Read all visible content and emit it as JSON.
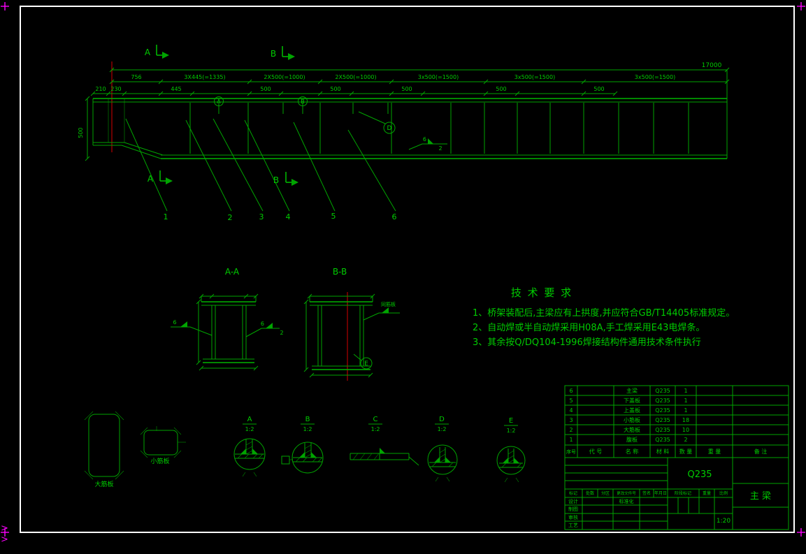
{
  "frame": {
    "bl_mark": ">"
  },
  "beam": {
    "overall_dim": "17000",
    "dims_row1": [
      "756",
      "3X445(=1335)",
      "2X500(=1000)",
      "2X500(=1000)",
      "3x500(=1500)",
      "3x500(=1500)",
      "3x500(=1500)"
    ],
    "dims_row2": [
      "210",
      "230",
      "445",
      "500",
      "500",
      "500",
      "500",
      "500"
    ],
    "height_dim": "500",
    "section_label_a": "A",
    "section_label_b": "B",
    "balloon_a": "A",
    "balloon_b": "B",
    "balloon_d": "D",
    "weld_size": "6",
    "weld_num": "2",
    "item_numbers": [
      "1",
      "2",
      "3",
      "4",
      "5",
      "6"
    ]
  },
  "section_aa": {
    "title": "A-A",
    "weld_left_size": "6",
    "weld_right_size": "6",
    "weld_right_num": "2"
  },
  "section_bb": {
    "title": "B-B",
    "weld_note": "同筋板",
    "balloon": "E"
  },
  "tech_req": {
    "title": "技 术 要 求",
    "item1": "1、桥架装配后,主梁应有上拱度,并应符合GB/T14405标准规定。",
    "item2": "2、自动焊或半自动焊采用H08A,手工焊采用E43电焊条。",
    "item3": "3、其余按Q/DQ104-1996焊接结构件通用技术条件执行"
  },
  "details": {
    "large_rib_label": "大筋板",
    "small_rib_label": "小筋板",
    "a": {
      "label": "A",
      "scale": "1:2"
    },
    "b": {
      "label": "B",
      "scale": "1:2"
    },
    "c": {
      "label": "C",
      "scale": "1:2"
    },
    "d": {
      "label": "D",
      "scale": "1:2"
    },
    "e": {
      "label": "E",
      "scale": "1:2"
    }
  },
  "parts_table": {
    "headers": {
      "no": "序号",
      "code": "代 号",
      "name": "名 称",
      "material": "材 料",
      "qty": "数 量",
      "weight": "重 量",
      "remark": "备 注"
    },
    "rows": [
      {
        "no": "6",
        "name": "主梁",
        "material": "Q235",
        "qty": "1"
      },
      {
        "no": "5",
        "name": "下盖板",
        "material": "Q235",
        "qty": "1"
      },
      {
        "no": "4",
        "name": "上盖板",
        "material": "Q235",
        "qty": "1"
      },
      {
        "no": "3",
        "name": "小筋板",
        "material": "Q235",
        "qty": "18"
      },
      {
        "no": "2",
        "name": "大筋板",
        "material": "Q235",
        "qty": "10"
      },
      {
        "no": "1",
        "name": "腹板",
        "material": "Q235",
        "qty": "2"
      }
    ]
  },
  "title_block": {
    "material_mark": "Q235",
    "drawing_title": "主 梁",
    "rev_cols": [
      "标记",
      "处数",
      "分区",
      "更改文件号",
      "签名",
      "年月日"
    ],
    "sig_labels": [
      "设计",
      "制图",
      "审核",
      "工艺"
    ],
    "standardization": "标准化",
    "stage_mark": "阶段标记",
    "weight_label": "重量",
    "scale_label": "比例",
    "scale_value": "1:20"
  },
  "colors": {
    "line_green": "#00a400",
    "text_green": "#00cc00",
    "highlight_red": "#d40000",
    "frame_white": "#ffffff",
    "mark_magenta": "#ff00ff",
    "background": "#000000"
  }
}
